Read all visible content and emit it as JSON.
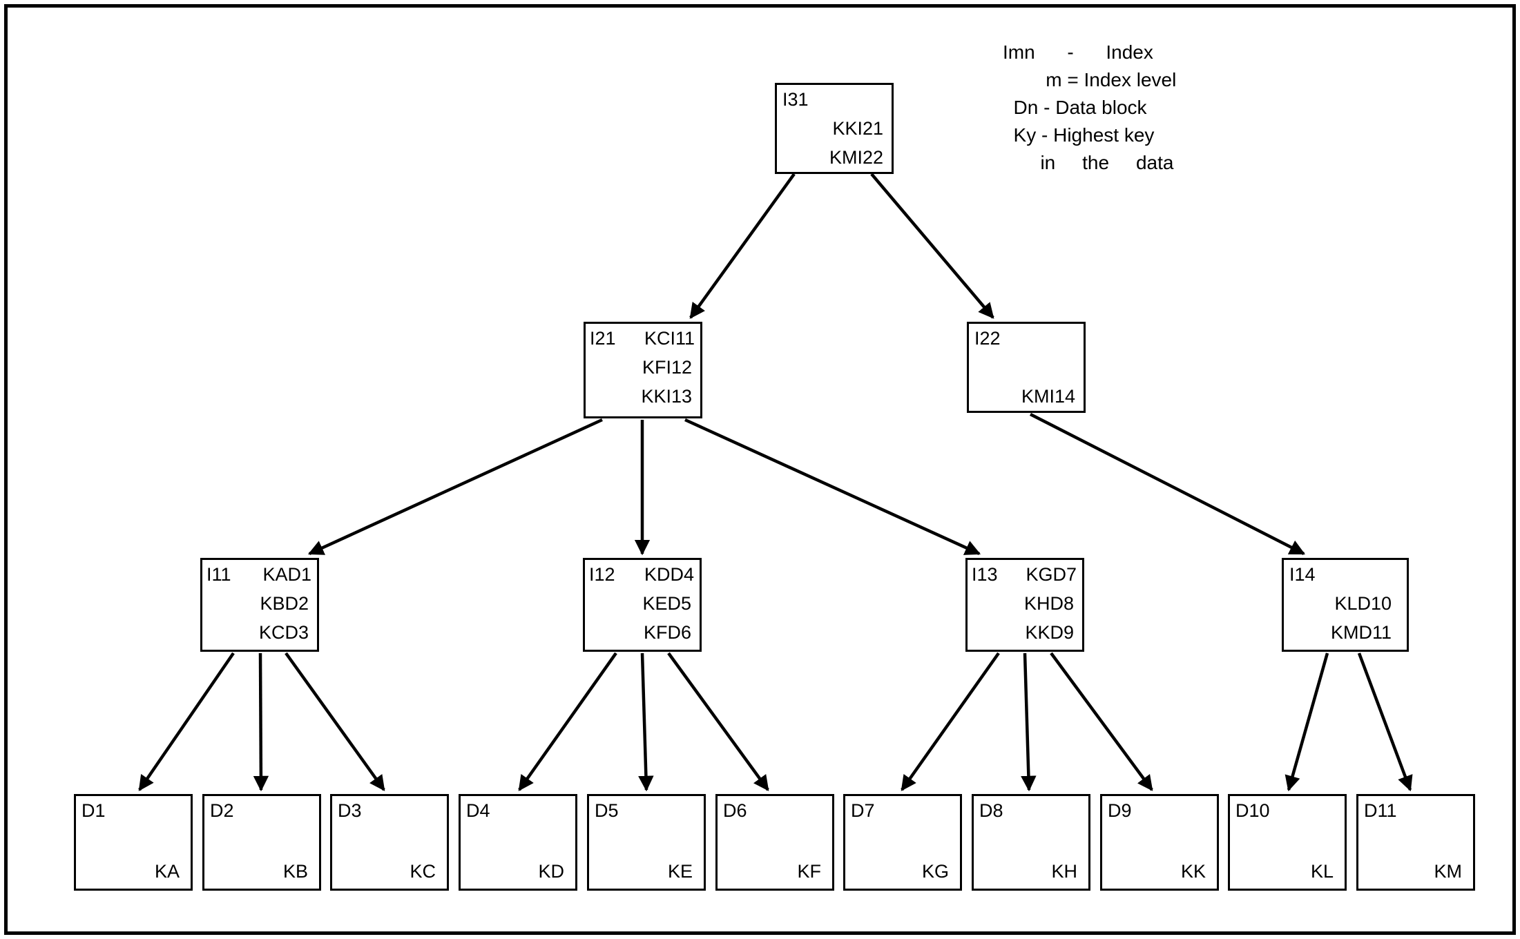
{
  "legend": {
    "lines": [
      "Imn      -      Index",
      "        m = Index level",
      "  Dn - Data block",
      "  Ky - Highest key",
      "       in     the     data"
    ]
  },
  "nodes": {
    "i31": {
      "label": "I31",
      "keys": [
        "KKI21",
        "KMI22"
      ]
    },
    "i21": {
      "label": "I21",
      "keys": [
        "KCI11",
        "KFI12",
        "KKI13"
      ]
    },
    "i22": {
      "label": "I22",
      "keys": [
        "KMI14"
      ]
    },
    "i11": {
      "label": "I11",
      "keys": [
        "KAD1",
        "KBD2",
        "KCD3"
      ]
    },
    "i12": {
      "label": "I12",
      "keys": [
        "KDD4",
        "KED5",
        "KFD6"
      ]
    },
    "i13": {
      "label": "I13",
      "keys": [
        "KGD7",
        "KHD8",
        "KKD9"
      ]
    },
    "i14": {
      "label": "I14",
      "keys": [
        "KLD10",
        "KMD11"
      ]
    }
  },
  "data_blocks": [
    {
      "label": "D1",
      "key": "KA"
    },
    {
      "label": "D2",
      "key": "KB"
    },
    {
      "label": "D3",
      "key": "KC"
    },
    {
      "label": "D4",
      "key": "KD"
    },
    {
      "label": "D5",
      "key": "KE"
    },
    {
      "label": "D6",
      "key": "KF"
    },
    {
      "label": "D7",
      "key": "KG"
    },
    {
      "label": "D8",
      "key": "KH"
    },
    {
      "label": "D9",
      "key": "KK"
    },
    {
      "label": "D10",
      "key": "KL"
    },
    {
      "label": "D11",
      "key": "KM"
    }
  ],
  "edges": [
    {
      "from": "I31",
      "to": "I21"
    },
    {
      "from": "I31",
      "to": "I22"
    },
    {
      "from": "I21",
      "to": "I11"
    },
    {
      "from": "I21",
      "to": "I12"
    },
    {
      "from": "I21",
      "to": "I13"
    },
    {
      "from": "I22",
      "to": "I14"
    },
    {
      "from": "I11",
      "to": "D1"
    },
    {
      "from": "I11",
      "to": "D2"
    },
    {
      "from": "I11",
      "to": "D3"
    },
    {
      "from": "I12",
      "to": "D4"
    },
    {
      "from": "I12",
      "to": "D5"
    },
    {
      "from": "I12",
      "to": "D6"
    },
    {
      "from": "I13",
      "to": "D7"
    },
    {
      "from": "I13",
      "to": "D8"
    },
    {
      "from": "I13",
      "to": "D9"
    },
    {
      "from": "I14",
      "to": "D10"
    },
    {
      "from": "I14",
      "to": "D11"
    }
  ],
  "colors": {
    "ink": "#000000",
    "background": "#ffffff"
  }
}
